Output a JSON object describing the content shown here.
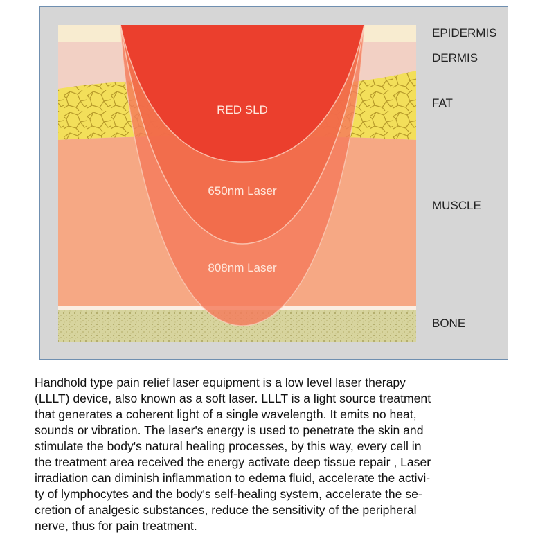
{
  "diagram": {
    "layers": [
      {
        "label": "EPIDERMIS"
      },
      {
        "label": "DERMIS"
      },
      {
        "label": "FAT"
      },
      {
        "label": "MUSCLE"
      },
      {
        "label": "BONE"
      }
    ],
    "beams": [
      {
        "label": "RED SLD"
      },
      {
        "label": "650nm Laser"
      },
      {
        "label": "808nm Laser"
      }
    ],
    "colors": {
      "epidermis": "#f8ecd0",
      "dermis": "#f2d0c4",
      "fat": "#f3df5a",
      "muscle": "#f6a884",
      "bone": "#d4d19a",
      "beam_outer": "#f47b5c",
      "beam_middle": "#f16a48",
      "beam_inner": "#ea3a2a"
    }
  },
  "description": {
    "lines": [
      "Handhold type pain relief laser equipment is a low level laser therapy",
      "(LLLT) device, also known as a soft laser. LLLT is a light source treatment",
      "that generates a coherent light of a single wavelength. It emits no heat,",
      "sounds or vibration. The laser's energy is used to penetrate the skin and",
      "stimulate the body's natural healing processes, by this way, every cell in",
      "the treatment area received the energy activate deep tissue repair , Laser",
      "irradiation can diminish inflammation to edema fluid, accelerate the activi-",
      "ty of lymphocytes and the body's self-healing system, accelerate the se-",
      "cretion of analgesic substances, reduce the sensitivity of the peripheral",
      "nerve, thus for pain treatment."
    ]
  }
}
